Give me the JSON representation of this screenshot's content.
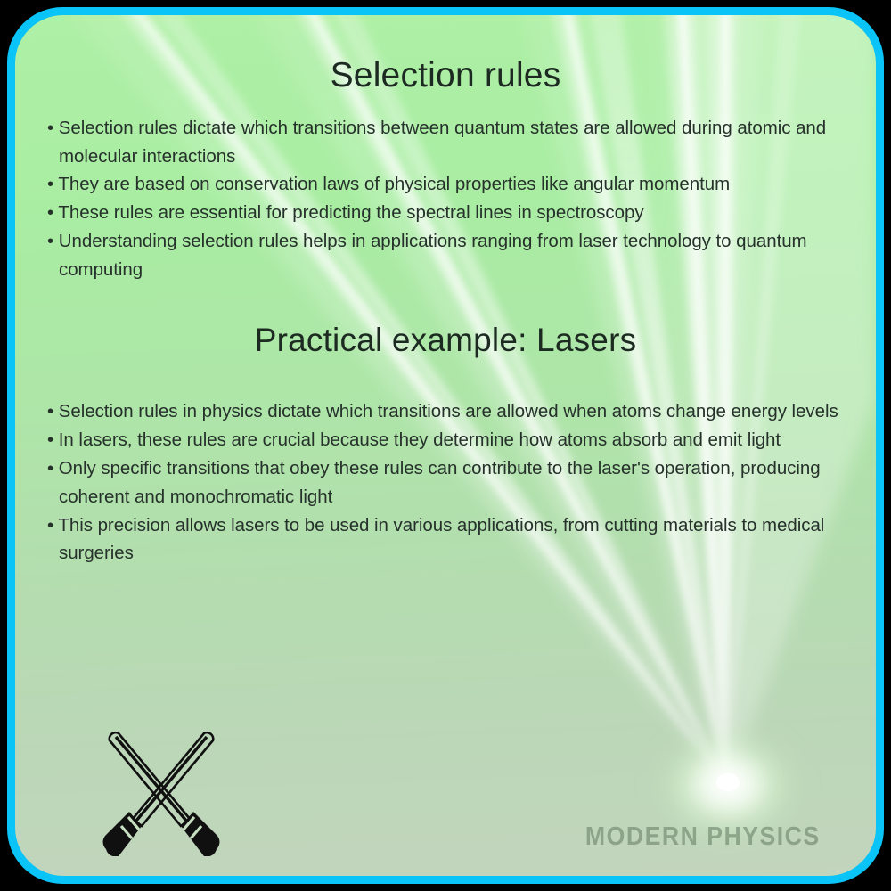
{
  "slide": {
    "title": "Selection rules",
    "bullets_intro": [
      "• Selection rules dictate which transitions between quantum states are allowed during atomic and molecular interactions",
      "• They are based on conservation laws of physical properties like angular momentum",
      "• These rules are essential for predicting the spectral lines in spectroscopy",
      "• Understanding selection rules helps in applications ranging from laser technology to quantum computing"
    ],
    "section_heading": "Practical example: Lasers",
    "bullets_lasers": [
      "• Selection rules in physics dictate which transitions are allowed when atoms change energy levels",
      "• In lasers, these rules are crucial because they determine how atoms absorb and emit light",
      "• Only specific transitions that obey these rules can contribute to the laser's operation, producing coherent and monochromatic light",
      "• This precision allows lasers to be used in various applications, from cutting materials to medical surgeries"
    ],
    "watermark": "MODERN PHYSICS",
    "icon_name": "crossed-lightsabers-icon"
  },
  "colors": {
    "border": "#0ac3f7",
    "background_top": "#aef0a5",
    "background_bottom": "#c2d5bd",
    "heading_text": "#1c2a22",
    "body_text": "#26312b",
    "watermark_text": "#607a60",
    "beam": "#ffffff",
    "icon": "#101010"
  }
}
